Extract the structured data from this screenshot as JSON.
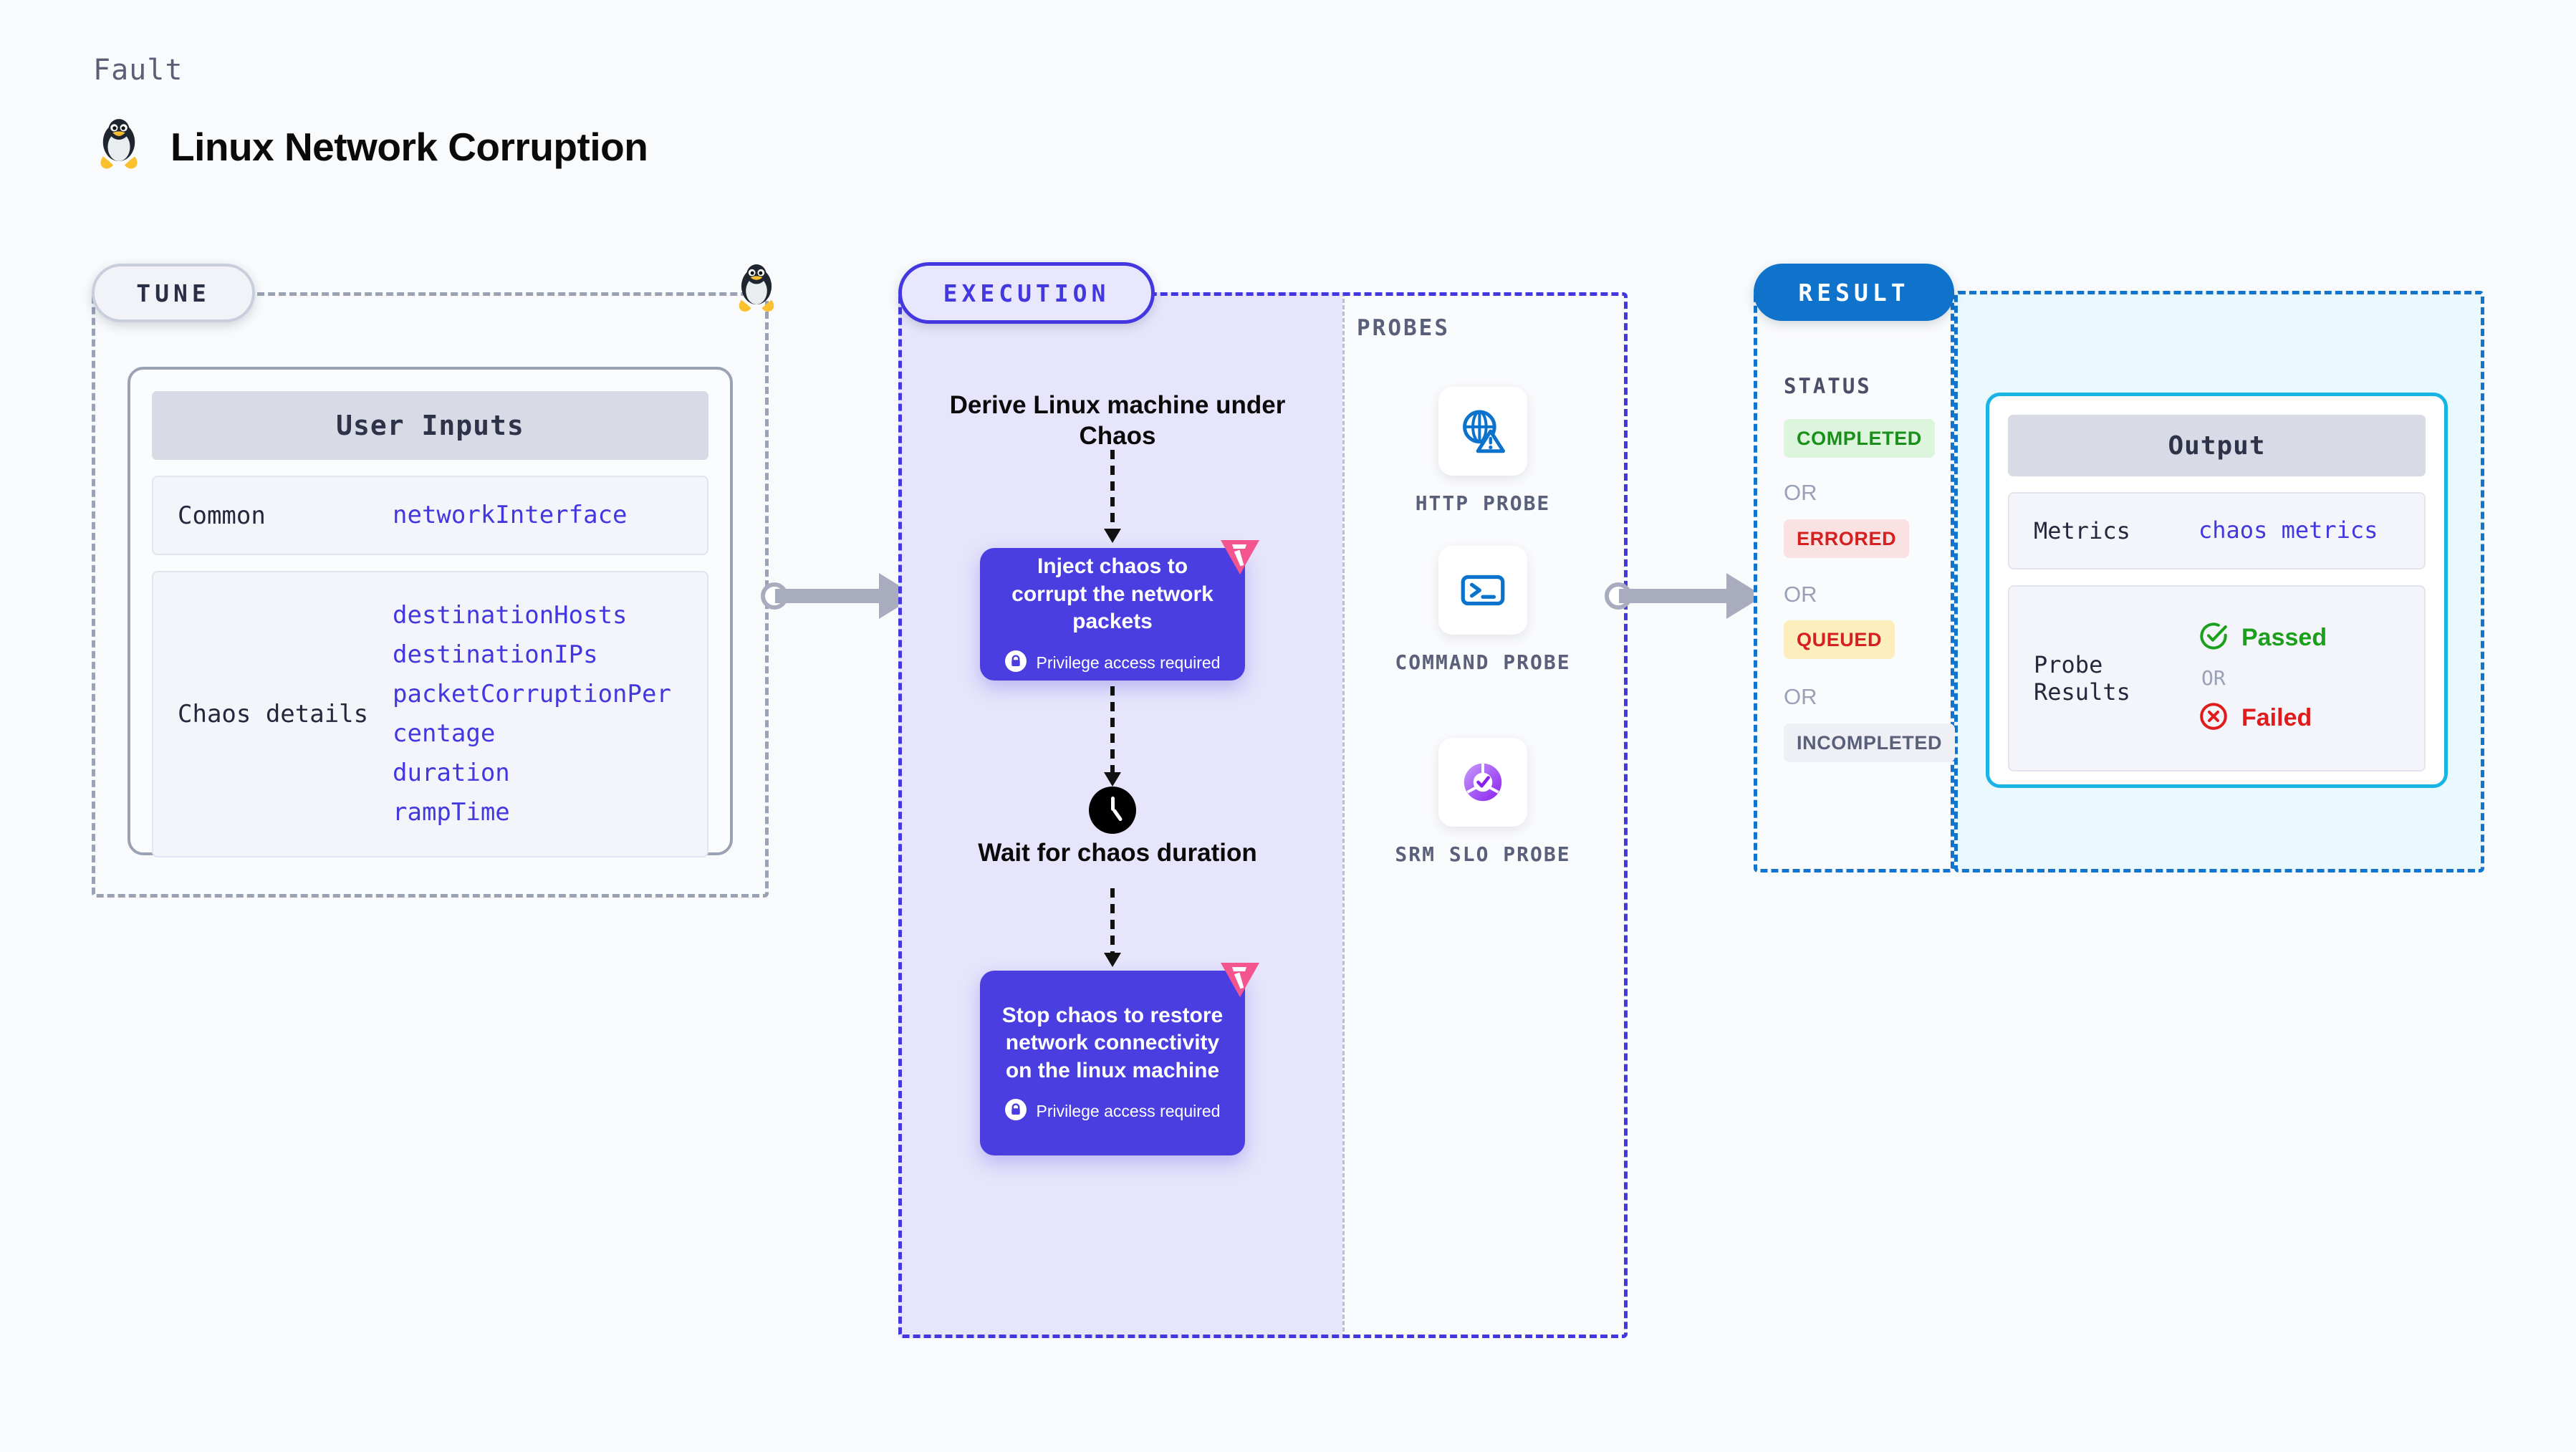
{
  "header": {
    "kicker": "Fault",
    "title": "Linux Network Corruption",
    "icon": "linux-tux-penguin"
  },
  "tune": {
    "pill_label": "TUNE",
    "card_header": "User Inputs",
    "rows": [
      {
        "key": "Common",
        "values": [
          "networkInterface"
        ]
      },
      {
        "key": "Chaos details",
        "values": [
          "destinationHosts",
          "destinationIPs",
          "packetCorruptionPercentage",
          "duration",
          "rampTime"
        ]
      }
    ]
  },
  "execution": {
    "pill_label": "EXECUTION",
    "derive_step": "Derive Linux machine under Chaos",
    "inject_node": {
      "title": "Inject chaos to corrupt the network packets",
      "privilege": "Privilege access required"
    },
    "wait_step": "Wait for chaos duration",
    "stop_node": {
      "title": "Stop chaos to restore network connectivity on the linux machine",
      "privilege": "Privilege access required"
    }
  },
  "probes": {
    "section_label": "PROBES",
    "items": [
      {
        "name": "HTTP PROBE",
        "icon": "globe-warning-icon"
      },
      {
        "name": "COMMAND PROBE",
        "icon": "terminal-prompt-icon"
      },
      {
        "name": "SRM SLO PROBE",
        "icon": "slo-check-donut-icon"
      }
    ]
  },
  "result": {
    "pill_label": "RESULT",
    "status_label": "STATUS",
    "or_label": "OR",
    "statuses": [
      {
        "label": "COMPLETED",
        "bg": "#dcf5dc",
        "fg": "#1a8f1a"
      },
      {
        "label": "ERRORED",
        "bg": "#fbe2e2",
        "fg": "#d42020"
      },
      {
        "label": "QUEUED",
        "bg": "#fdeebd",
        "fg": "#d42020"
      },
      {
        "label": "INCOMPLETED",
        "bg": "#eff0f6",
        "fg": "#5b607a"
      }
    ]
  },
  "output": {
    "card_header": "Output",
    "metrics_key": "Metrics",
    "metrics_value": "chaos metrics",
    "probe_results_key": "Probe Results",
    "passed_label": "Passed",
    "failed_label": "Failed",
    "or_label": "OR"
  },
  "colors": {
    "background": "#f8fafc",
    "accent_purple": "#4338e0",
    "node_purple": "#4a3ee0",
    "exec_fill": "#e6e5fb",
    "result_blue": "#0f73cc",
    "output_fill": "#eaf9fd",
    "output_border": "#18b4e3",
    "chaos_pink": "#f4558f",
    "connector_gray": "#a8acbe"
  }
}
